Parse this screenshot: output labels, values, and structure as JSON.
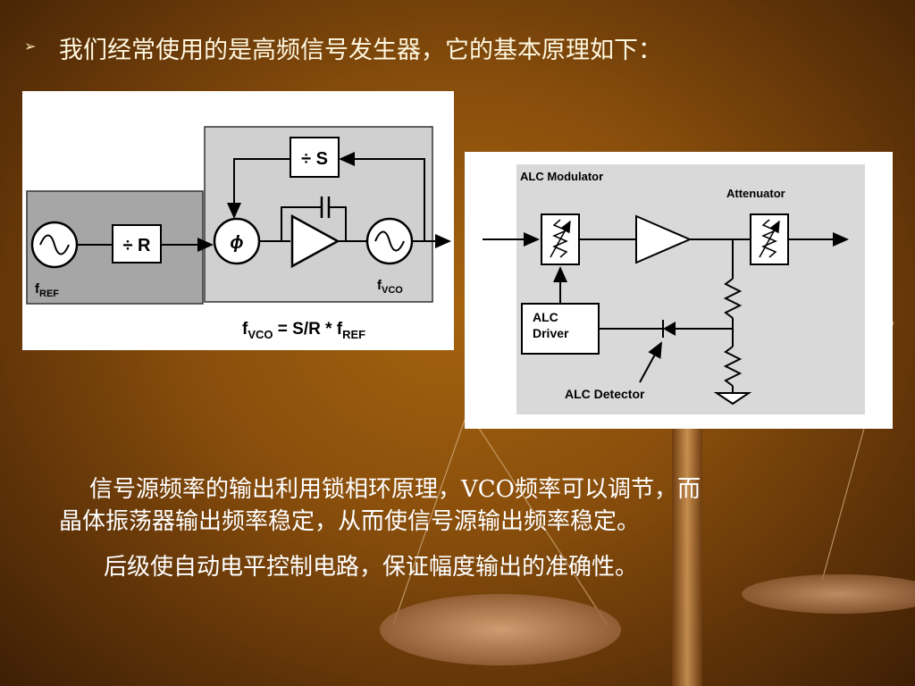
{
  "header": {
    "bullet": "➢",
    "title": "我们经常使用的是高频信号发生器，它的基本原理如下："
  },
  "pll": {
    "divS": "÷ S",
    "divR": "÷ R",
    "phase": "ϕ",
    "fref_main": "f",
    "fref_sub": "REF",
    "fvco_main": "f",
    "fvco_sub": "VCO",
    "formula": {
      "f1": "f",
      "s1": "VCO",
      "mid": " = S/R * f",
      "s2": "REF"
    }
  },
  "alc": {
    "modulator": "ALC Modulator",
    "attenuator": "Attenuator",
    "driver_line1": "ALC",
    "driver_line2": "Driver",
    "detector": "ALC Detector"
  },
  "body": {
    "line1": "信号源频率的输出利用锁相环原理，VCO频率可以调节，而",
    "line2": "晶体振荡器输出频率稳定，从而使信号源输出频率稳定。",
    "line3": "后级使自动电平控制电路，保证幅度输出的准确性。"
  }
}
